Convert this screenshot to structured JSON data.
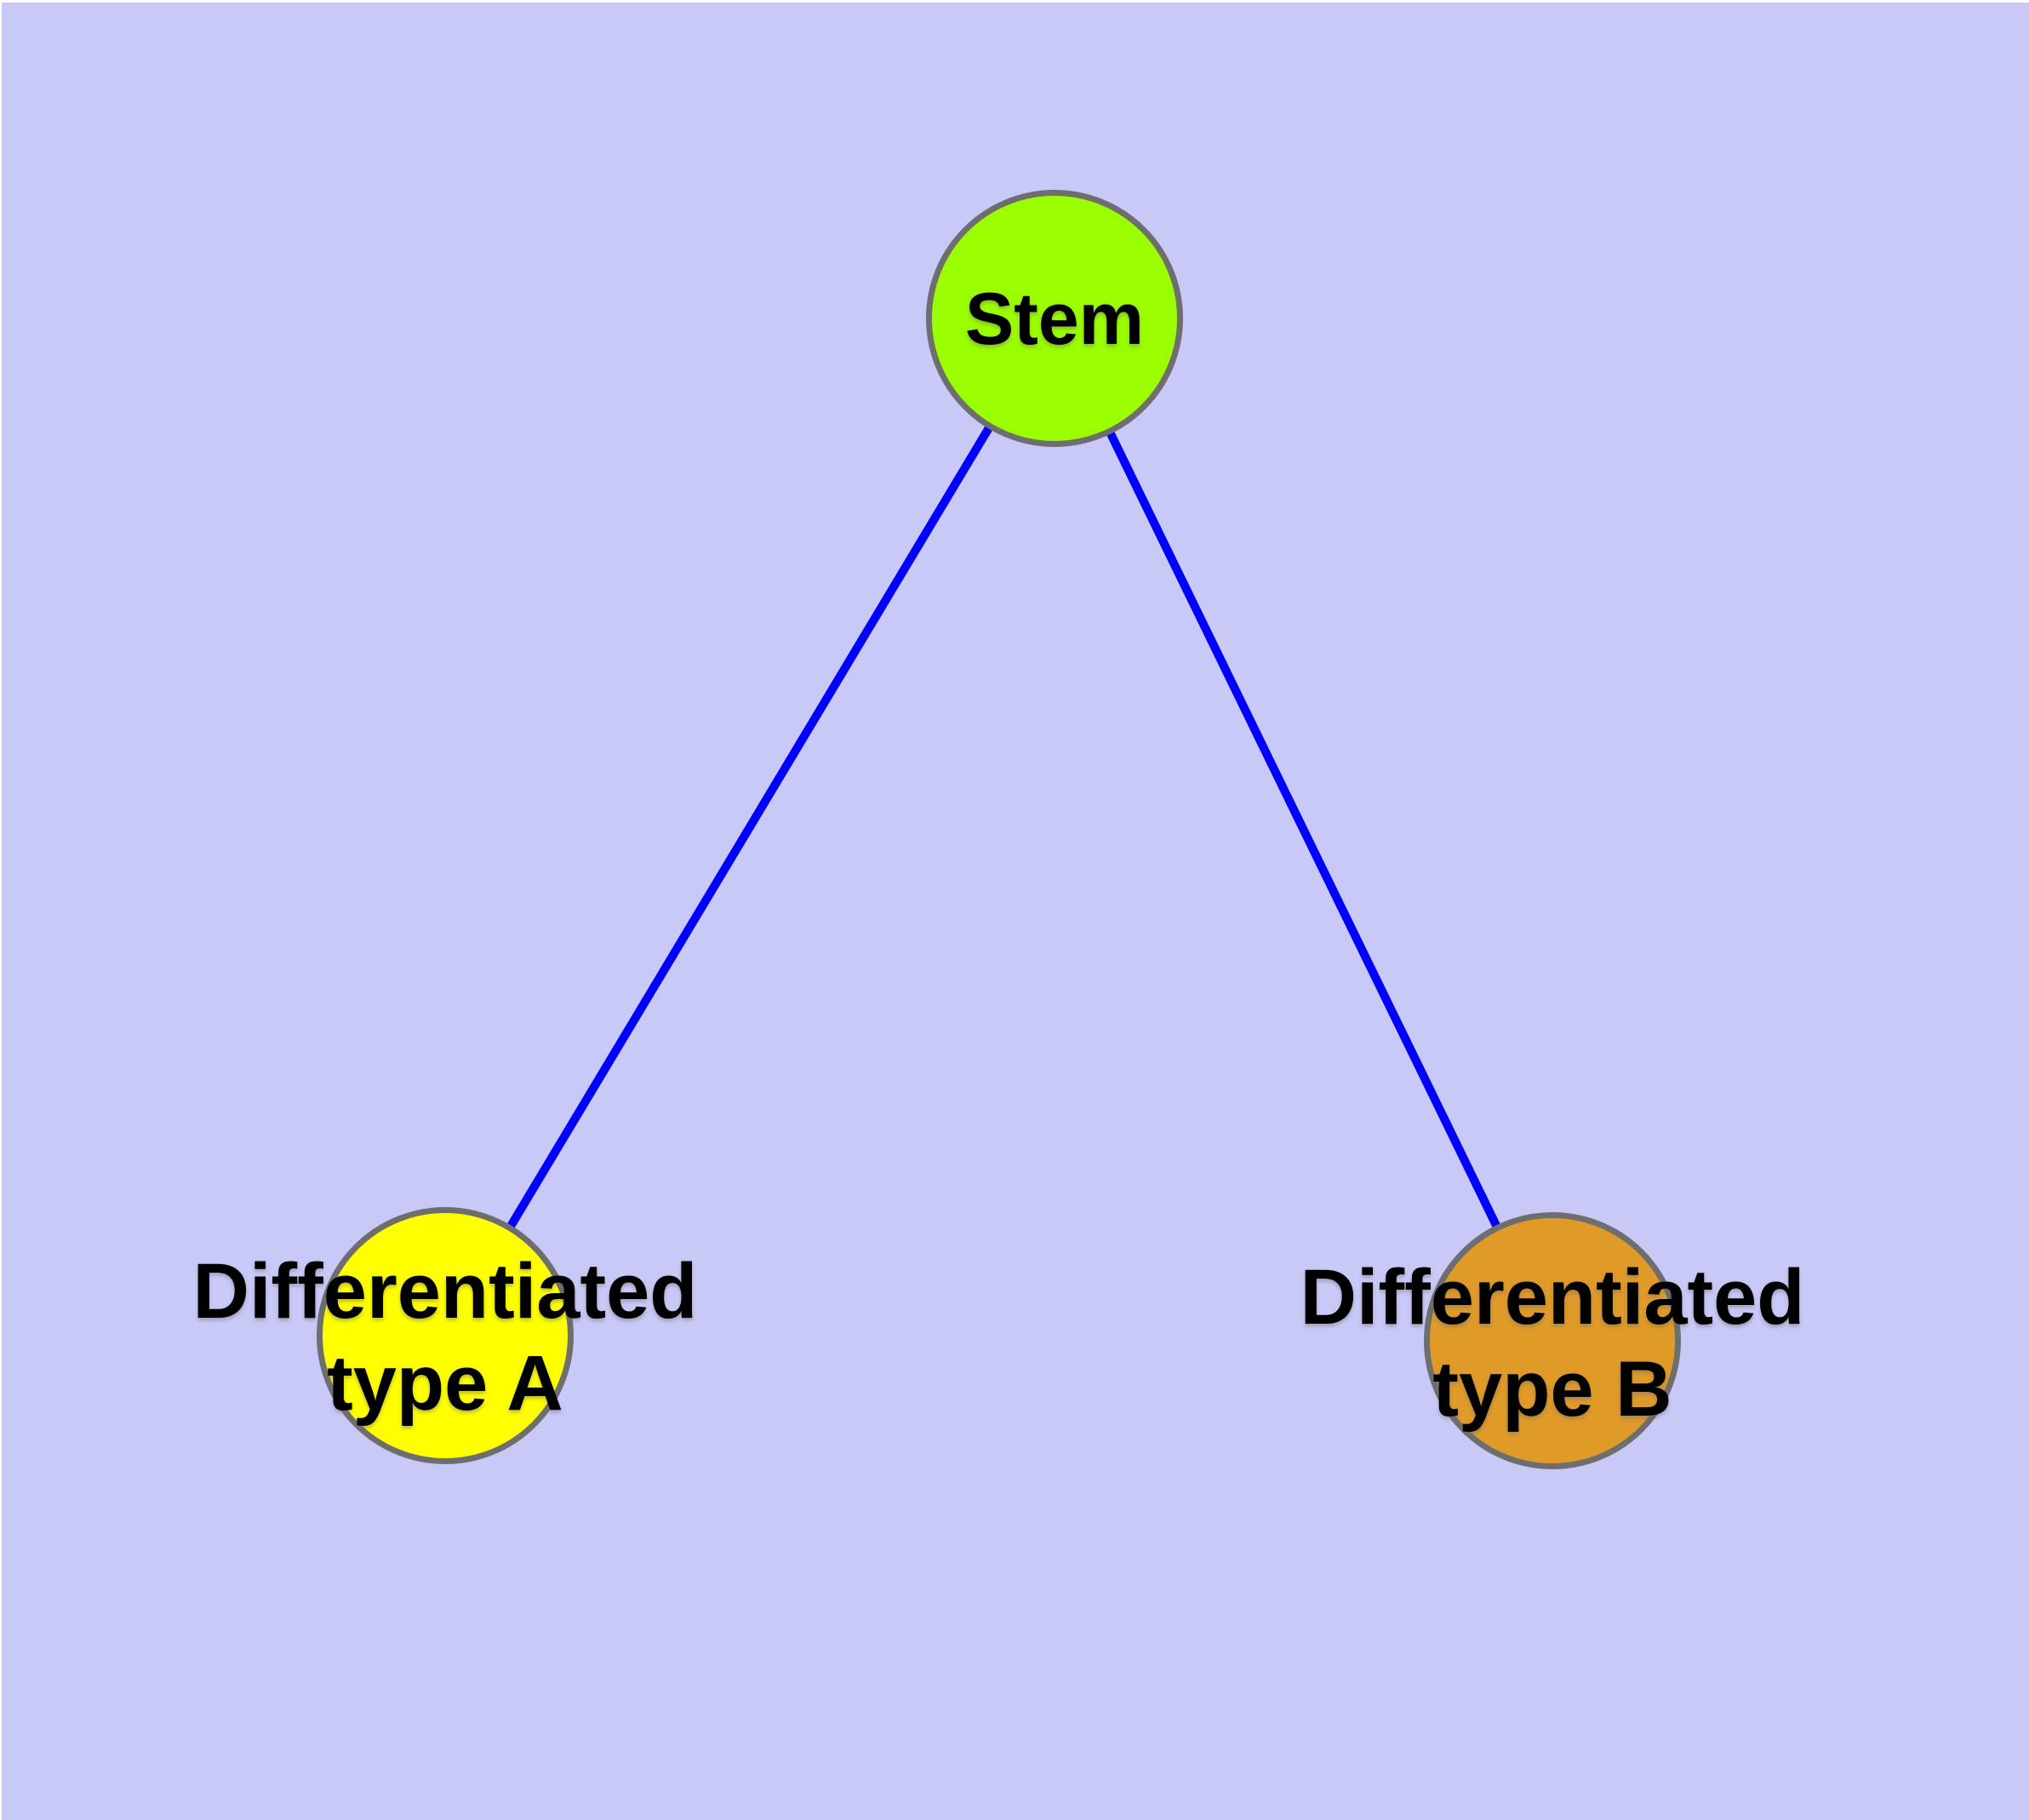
{
  "diagram": {
    "type": "graph",
    "background_color": "#C9C9F8",
    "edge_color": "#0000FF",
    "node_border_color": "#6E6E6E",
    "text_color": "#000000",
    "nodes": [
      {
        "id": "stem",
        "label": "Stem",
        "fill_color": "#9AFE00"
      },
      {
        "id": "differentiated-type-a",
        "label": "Differentiated type A",
        "label_line1": "Differentiated",
        "label_line2": "type A",
        "fill_color": "#FFFF00"
      },
      {
        "id": "differentiated-type-b",
        "label": "Differentiated type B",
        "label_line1": "Differentiated",
        "label_line2": "type B",
        "fill_color": "#E09A28"
      }
    ],
    "edges": [
      {
        "source": "Stem",
        "target": "Differentiated type A"
      },
      {
        "source": "Stem",
        "target": "Differentiated type B"
      }
    ]
  }
}
